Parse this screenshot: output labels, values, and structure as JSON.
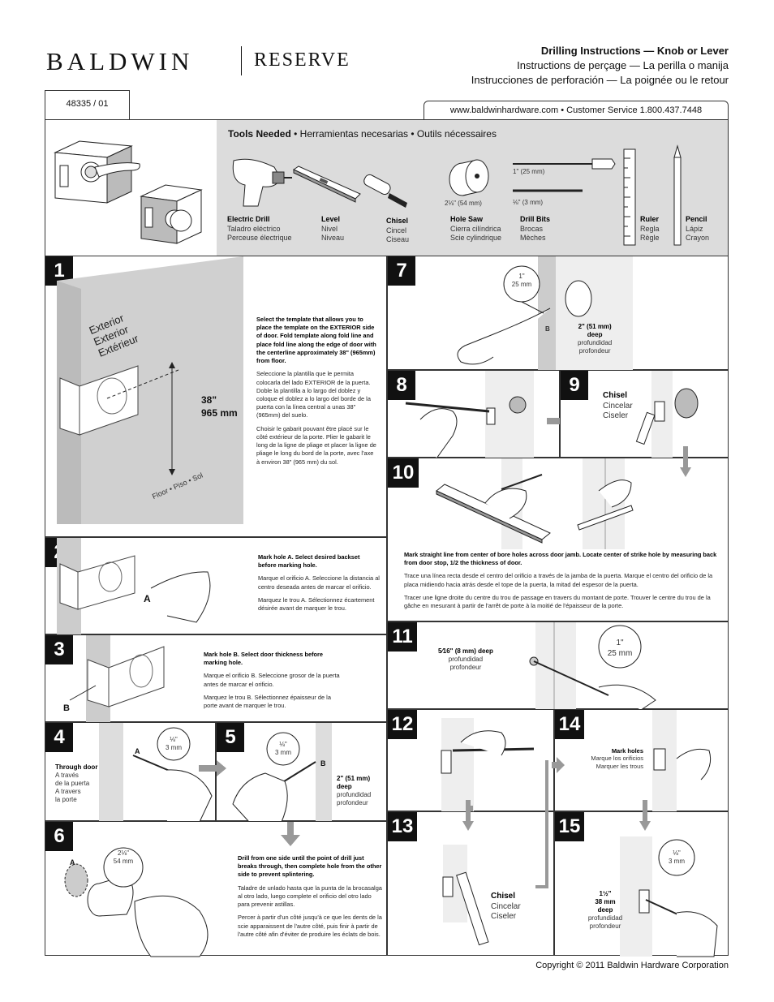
{
  "brand": {
    "name": "BALDWIN",
    "sub": "RESERVE"
  },
  "header": {
    "title_en": "Drilling Instructions — Knob or Lever",
    "title_fr": "Instructions de perçage — La perilla o manija",
    "title_es": "Instrucciones de perforación — La poignée ou le retour"
  },
  "part_number": "48335 / 01",
  "contact": "www.baldwinhardware.com • Customer Service 1.800.437.7448",
  "tools": {
    "heading": "Tools Needed",
    "heading_rest": " • Herramientas necesarias • Outils nécessaires",
    "items": [
      {
        "name": "Electric Drill",
        "es": "Taladro eléctrico",
        "fr": "Perceuse électrique"
      },
      {
        "name": "Level",
        "es": "Nivel",
        "fr": "Niveau"
      },
      {
        "name": "Chisel",
        "es": "Cincel",
        "fr": "Ciseau"
      },
      {
        "name": "Hole Saw",
        "es": "Cierra cilíndrica",
        "fr": "Scie cylindrique"
      },
      {
        "name": "Drill Bits",
        "es": "Brocas",
        "fr": "Mèches"
      },
      {
        "name": "Ruler",
        "es": "Regla",
        "fr": "Règle"
      },
      {
        "name": "Pencil",
        "es": "Lápiz",
        "fr": "Crayon"
      }
    ],
    "holesaw_size": "2⅛\" (54 mm)",
    "bit_large": "1\" (25 mm)",
    "bit_small": "⅛\" (3 mm)"
  },
  "steps": {
    "s1": {
      "num": "1",
      "label_exterior": "Exterior\nExterior\nExtérieur",
      "height": "38\"",
      "height_mm": "965 mm",
      "floor": "Floor • Piso • Sol",
      "en": "Select the template that allows you to place the template on the EXTERIOR side of door. Fold template along fold line and place fold line along the edge of door with the centerline approximately 38\" (965mm) from floor.",
      "es": "Seleccione la plantilla que le permita colocarla del lado EXTERIOR de la puerta. Doble la plantilla a lo largo del doblez y coloque el doblez a lo largo del borde de la puerta con la línea central a unas 38\" (965mm) del suelo.",
      "fr": "Choisir le gabarit pouvant être placé sur le côté extérieur de la porte. Plier le gabarit le long de la ligne de pliage et placer la ligne de pliage le long du bord de la porte, avec l'axe  à environ 38\" (965 mm) du sol."
    },
    "s2": {
      "num": "2",
      "mark": "A",
      "en": "Mark hole A. Select desired backset before marking hole.",
      "es": "Marque el orificio A. Seleccione la distancia al centro deseada antes de marcar el orificio.",
      "fr": "Marquez le trou A. Sélectionnez écartement désirée avant de marquer le trou."
    },
    "s3": {
      "num": "3",
      "mark": "B",
      "en": "Mark hole B. Select door thickness before marking hole.",
      "es": "Marque el orificio B. Seleccione grosor de la puerta antes de marcar el orificio.",
      "fr": "Marquez le trou B. Sélectionnez épaisseur de la porte avant de marquer le trou."
    },
    "s4": {
      "num": "4",
      "mark": "A",
      "size": "⅛\"",
      "size_mm": "3 mm",
      "through": "Through door",
      "through_es": "A través\nde la puerta",
      "through_fr": "A travers\nla porte"
    },
    "s5": {
      "num": "5",
      "mark": "B",
      "size": "⅛\"",
      "size_mm": "3 mm",
      "depth": "2\" (51 mm)",
      "deep": "deep",
      "deep_es": "profundidad",
      "deep_fr": "profondeur"
    },
    "s6": {
      "num": "6",
      "mark": "A",
      "size": "2⅛\"",
      "size_mm": "54 mm",
      "en": "Drill from one side until the point of drill just breaks through, then complete hole from the other side to prevent splintering.",
      "es": "Taladre de unlado hasta que la punta de la brocasalga al otro lado, luego complete el orificio del otro lado para prevenir astillas.",
      "fr": "Percer à partir d'un côté jusqu'à ce que les dents de la scie apparaissent de l'autre côté, puis finir à partir de l'autre côté afin d'éviter de produire les éclats de bois."
    },
    "s7": {
      "num": "7",
      "size": "1\"",
      "size_mm": "25 mm",
      "mark": "B",
      "depth": "2\" (51 mm)",
      "deep": "deep",
      "deep_es": "profundidad",
      "deep_fr": "profondeur"
    },
    "s8": {
      "num": "8"
    },
    "s9": {
      "num": "9",
      "tool": "Chisel",
      "tool_es": "Cincelar",
      "tool_fr": "Ciseler"
    },
    "s10": {
      "num": "10",
      "en": "Mark straight line from center of bore holes across door jamb. Locate center of strike hole by measuring back from door stop, 1/2 the thickness of door.",
      "es": "Trace una línea recta desde el centro del orificio a través de la jamba de la puerta. Marque el centro del orificio de la placa midiendo hacia atrás desde el tope de la puerta, la mitad del espesor de la puerta.",
      "fr": "Tracer une ligne droite du centre du trou de passage en travers du montant de porte. Trouver le centre du trou de la gâche en mesurant à partir de l'arrêt de porte à la moitié de l'épaisseur de la porte."
    },
    "s11": {
      "num": "11",
      "depth": "5⁄16\" (8 mm)",
      "deep": "deep",
      "deep_es": "profundidad",
      "deep_fr": "profondeur",
      "size": "1\"",
      "size_mm": "25 mm"
    },
    "s12": {
      "num": "12"
    },
    "s13": {
      "num": "13",
      "tool": "Chisel",
      "tool_es": "Cincelar",
      "tool_fr": "Ciseler"
    },
    "s14": {
      "num": "14",
      "mark": "Mark holes",
      "mark_es": "Marque los orificios",
      "mark_fr": "Marquer les trous"
    },
    "s15": {
      "num": "15",
      "size": "⅛\"",
      "size_mm": "3 mm",
      "depth": "1½\"",
      "depth_mm": "38 mm",
      "deep": "deep",
      "deep_es": "profundidad",
      "deep_fr": "profondeur"
    }
  },
  "copyright": "Copyright © 2011 Baldwin Hardware Corporation"
}
